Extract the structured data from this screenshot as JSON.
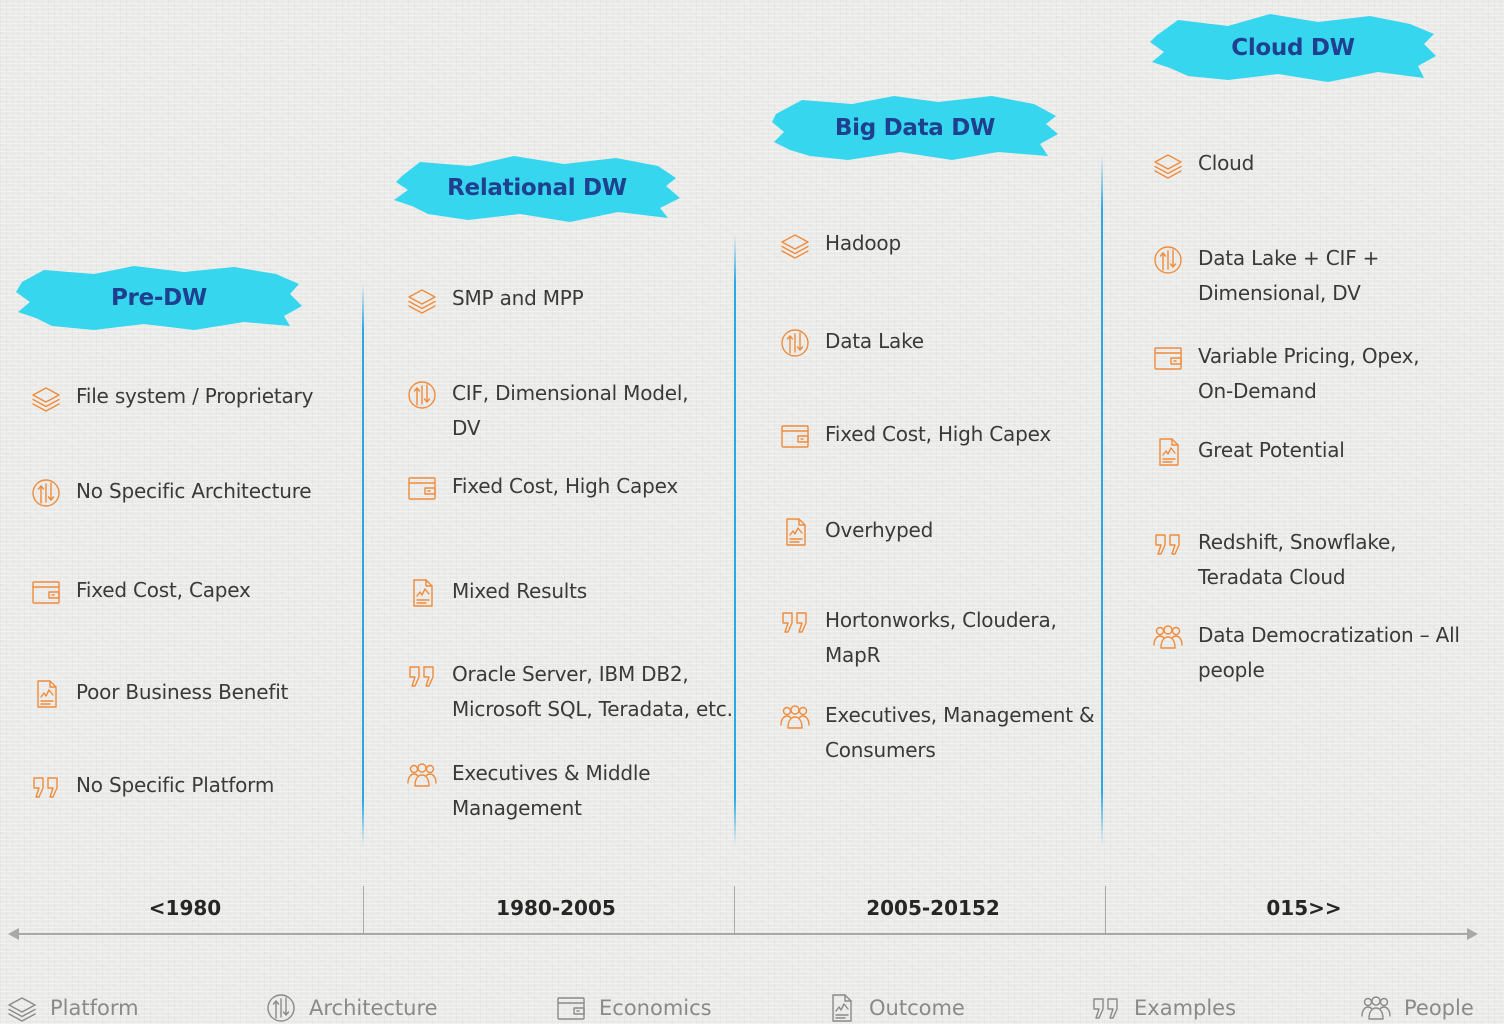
{
  "colors": {
    "accent_orange": "#ef8c3b",
    "brush_cyan": "#35d6ee",
    "title_navy": "#1f3f8f",
    "timeline_blue": "#2aa8e6",
    "legend_gray": "#8a8a8a"
  },
  "eras": [
    {
      "title": "Pre-DW",
      "items": [
        {
          "icon": "layers-icon",
          "text": "File system / Proprietary"
        },
        {
          "icon": "architecture-icon",
          "text": "No Specific Architecture"
        },
        {
          "icon": "wallet-icon",
          "text": "Fixed Cost, Capex"
        },
        {
          "icon": "report-icon",
          "text": "Poor Business Benefit"
        },
        {
          "icon": "quote-icon",
          "text": "No Specific Platform"
        }
      ]
    },
    {
      "title": "Relational DW",
      "items": [
        {
          "icon": "layers-icon",
          "text": "SMP and MPP"
        },
        {
          "icon": "architecture-icon",
          "text": "CIF, Dimensional Model, DV"
        },
        {
          "icon": "wallet-icon",
          "text": "Fixed Cost, High Capex"
        },
        {
          "icon": "report-icon",
          "text": "Mixed Results"
        },
        {
          "icon": "quote-icon",
          "text": "Oracle Server, IBM DB2, Microsoft SQL, Teradata, etc."
        },
        {
          "icon": "people-icon",
          "text": "Executives & Middle Management"
        }
      ]
    },
    {
      "title": "Big Data DW",
      "items": [
        {
          "icon": "layers-icon",
          "text": "Hadoop"
        },
        {
          "icon": "architecture-icon",
          "text": "Data Lake"
        },
        {
          "icon": "wallet-icon",
          "text": "Fixed Cost, High Capex"
        },
        {
          "icon": "report-icon",
          "text": "Overhyped"
        },
        {
          "icon": "quote-icon",
          "text": "Hortonworks, Cloudera, MapR"
        },
        {
          "icon": "people-icon",
          "text": "Executives, Management & Consumers"
        }
      ]
    },
    {
      "title": "Cloud DW",
      "items": [
        {
          "icon": "layers-icon",
          "text": "Cloud"
        },
        {
          "icon": "architecture-icon",
          "text": "Data Lake + CIF + Dimensional, DV"
        },
        {
          "icon": "wallet-icon",
          "text": "Variable Pricing, Opex, On-Demand"
        },
        {
          "icon": "report-icon",
          "text": "Great Potential"
        },
        {
          "icon": "quote-icon",
          "text": "Redshift, Snowflake, Teradata Cloud"
        },
        {
          "icon": "people-icon",
          "text": "Data Democratization – All people"
        }
      ]
    }
  ],
  "periods": [
    "<1980",
    "1980-2005",
    "2005-20152",
    "015>>"
  ],
  "legend": [
    {
      "icon": "layers-icon",
      "label": "Platform"
    },
    {
      "icon": "architecture-icon",
      "label": "Architecture"
    },
    {
      "icon": "wallet-icon",
      "label": "Economics"
    },
    {
      "icon": "report-icon",
      "label": "Outcome"
    },
    {
      "icon": "quote-icon",
      "label": "Examples"
    },
    {
      "icon": "people-icon",
      "label": "People"
    }
  ]
}
